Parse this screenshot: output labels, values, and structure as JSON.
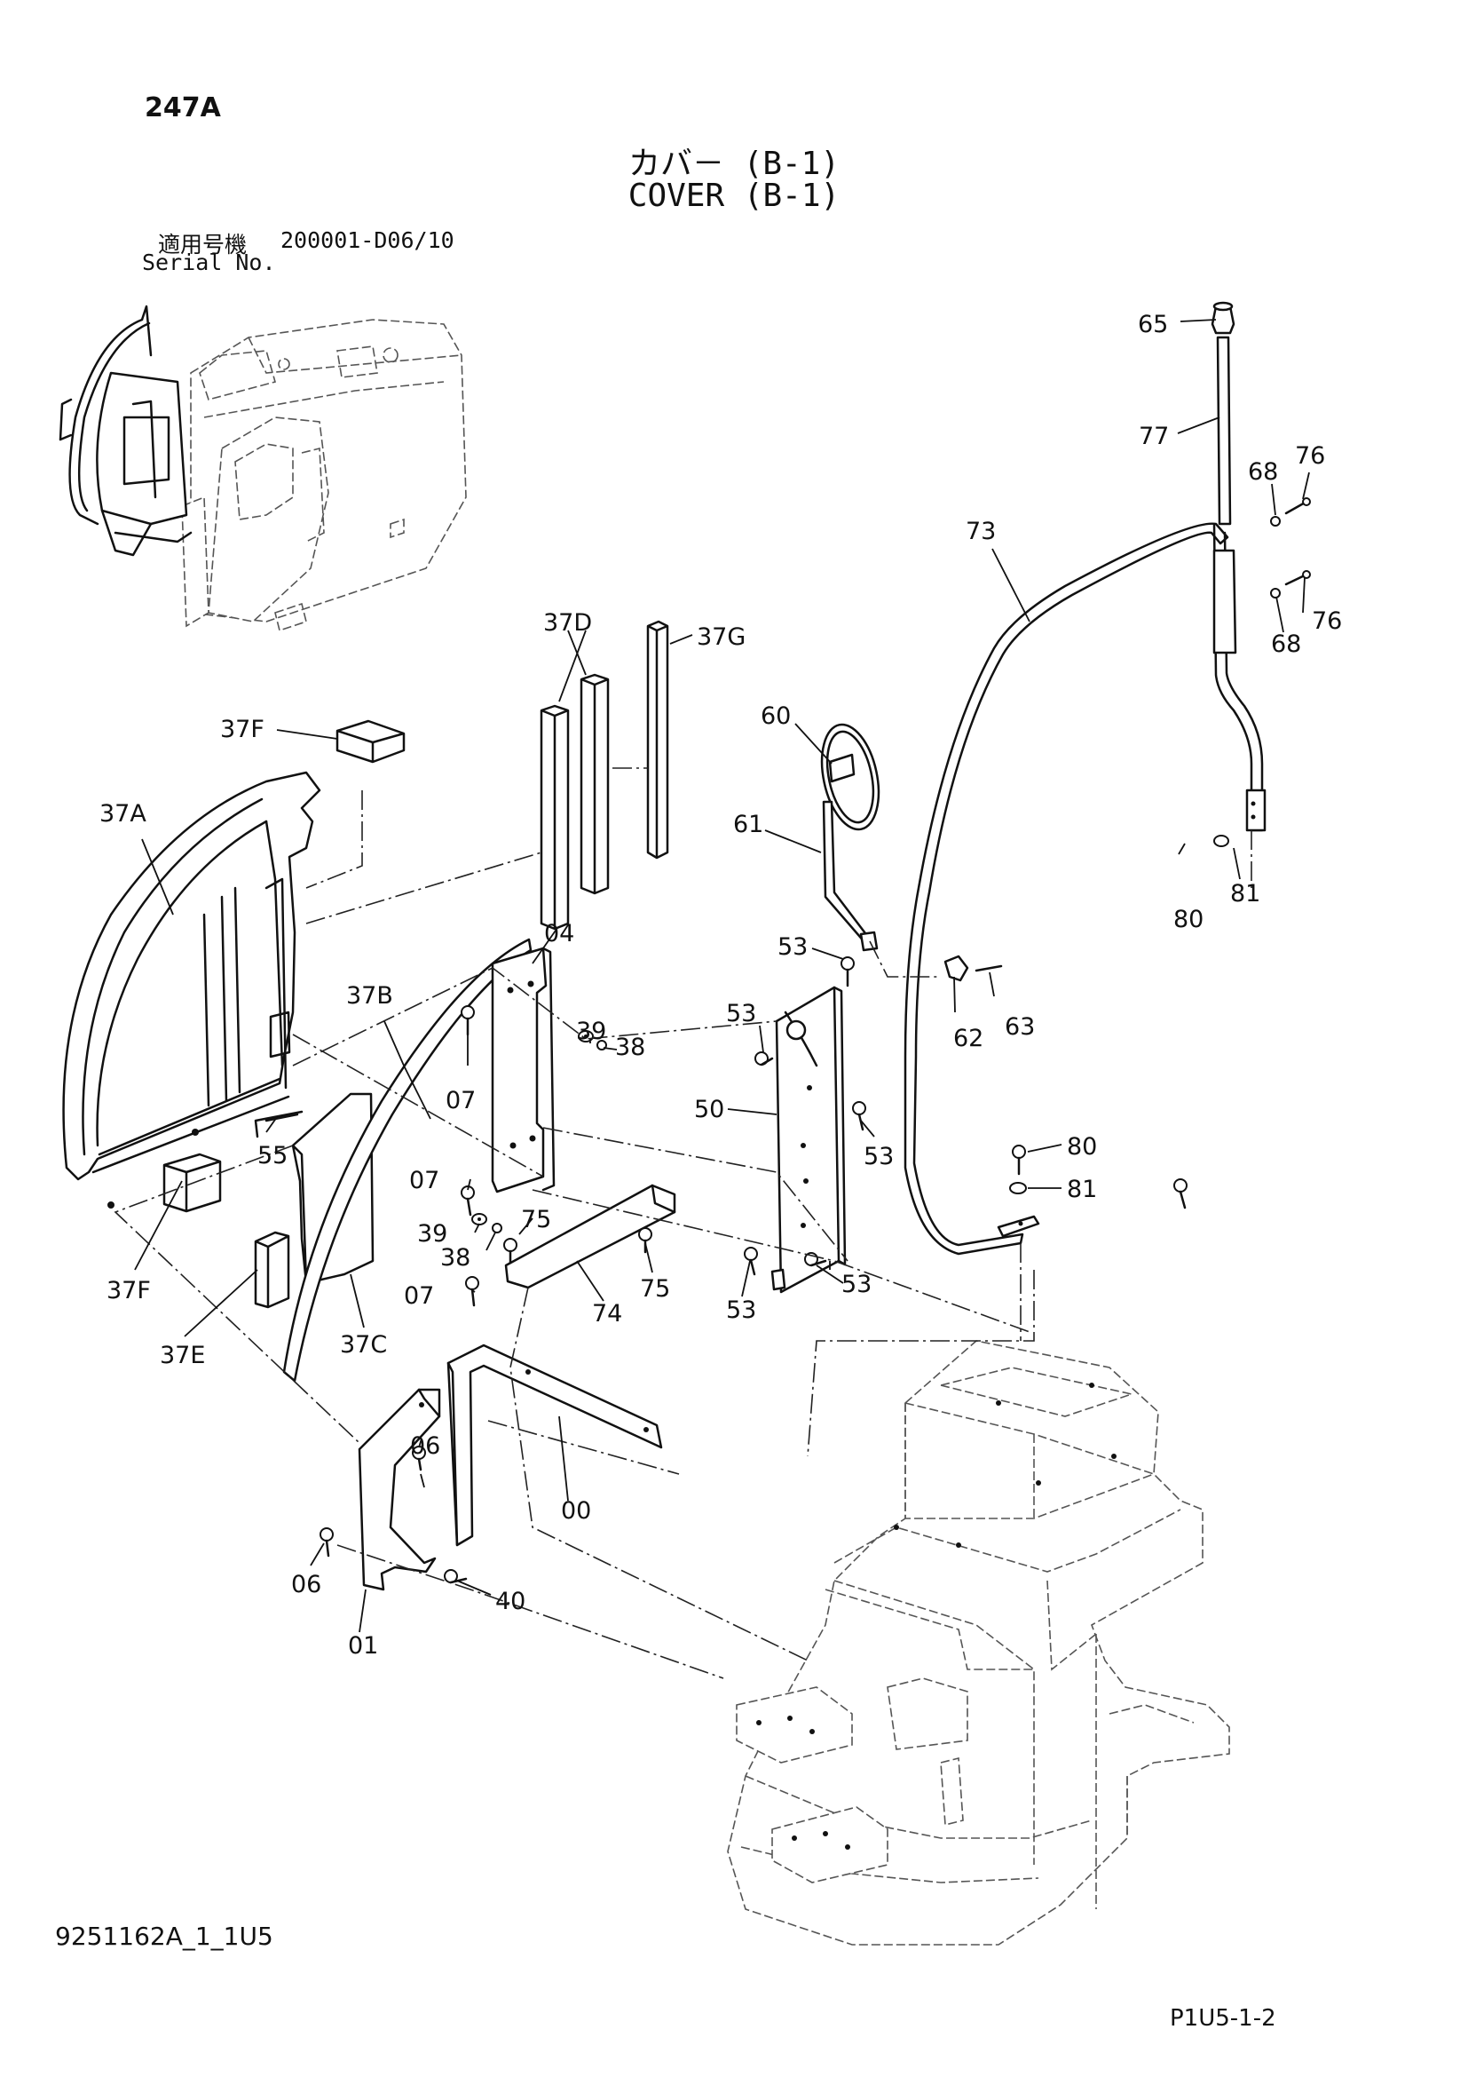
{
  "header": {
    "page_number": "247A",
    "title_jp": "カバ－ (B-1)",
    "title_en": "COVER (B-1)",
    "serial_label_jp": "適用号機",
    "serial_value": "200001-D06/10",
    "serial_label_en": "Serial No."
  },
  "footer": {
    "drawing_id": "9251162A_1_1U5",
    "page_code": "P1U5-1-2"
  },
  "callouts": {
    "c65": "65",
    "c77": "77",
    "c68a": "68",
    "c76a": "76",
    "c73": "73",
    "c76b": "76",
    "c68b": "68",
    "c37d": "37D",
    "c37g": "37G",
    "c60": "60",
    "c37f_top": "37F",
    "c37a": "37A",
    "c61": "61",
    "c80a": "80",
    "c81a": "81",
    "c04": "04",
    "c53a": "53",
    "c62": "62",
    "c63": "63",
    "c37b": "37B",
    "c39a": "39",
    "c38a": "38",
    "c53b": "53",
    "c07a": "07",
    "c50": "50",
    "c53c": "53",
    "c55": "55",
    "c80b": "80",
    "c81b": "81",
    "c07b": "07",
    "c75a": "75",
    "c39b": "39",
    "c38b": "38",
    "c75b": "75",
    "c53d": "53",
    "c53e": "53",
    "c07c": "07",
    "c74": "74",
    "c37f_bot": "37F",
    "c37e": "37E",
    "c37c": "37C",
    "c06a": "06",
    "c00": "00",
    "c06b": "06",
    "c40": "40",
    "c01": "01"
  }
}
